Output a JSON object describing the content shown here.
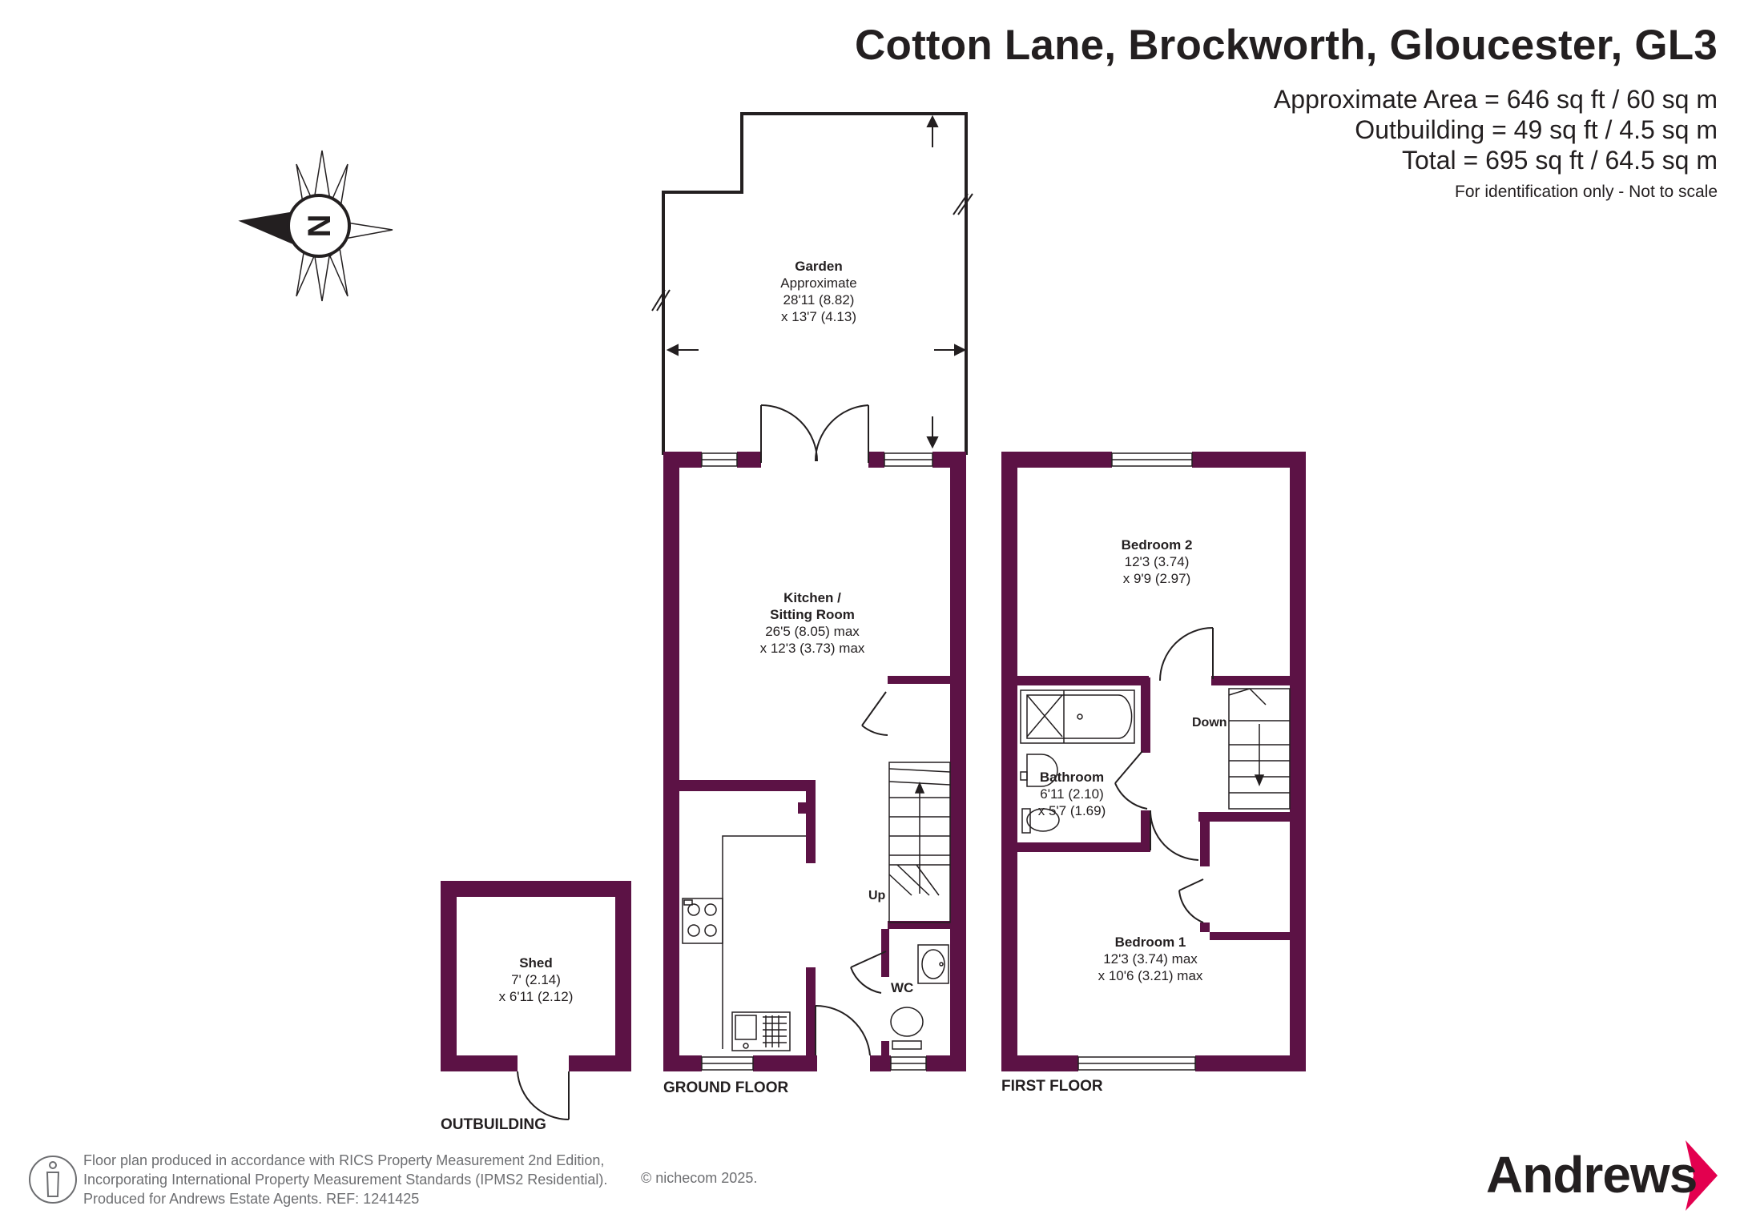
{
  "header": {
    "title": "Cotton Lane, Brockworth, Gloucester, GL3",
    "area_approx": "Approximate Area = 646 sq ft / 60 sq m",
    "area_outbuilding": "Outbuilding = 49 sq ft / 4.5 sq m",
    "area_total": "Total = 695 sq ft / 64.5 sq m",
    "disclaimer": "For identification only - Not to scale"
  },
  "compass": {
    "letter": "N"
  },
  "rooms": {
    "garden": {
      "name": "Garden",
      "l1": "Approximate",
      "l2": "28'11 (8.82)",
      "l3": "x 13'7 (4.13)"
    },
    "kitchen": {
      "name1": "Kitchen /",
      "name2": "Sitting Room",
      "l1": "26'5 (8.05) max",
      "l2": "x 12'3 (3.73) max"
    },
    "bedroom2": {
      "name": "Bedroom 2",
      "l1": "12'3 (3.74)",
      "l2": "x 9'9 (2.97)"
    },
    "bathroom": {
      "name": "Bathroom",
      "l1": "6'11 (2.10)",
      "l2": "x 5'7 (1.69)"
    },
    "bedroom1": {
      "name": "Bedroom 1",
      "l1": "12'3 (3.74) max",
      "l2": "x 10'6 (3.21) max"
    },
    "shed": {
      "name": "Shed",
      "l1": "7' (2.14)",
      "l2": "x 6'11 (2.12)"
    },
    "wc": {
      "name": "WC"
    }
  },
  "stairs": {
    "up": "Up",
    "down": "Down"
  },
  "floors": {
    "ground": "GROUND FLOOR",
    "first": "FIRST FLOOR",
    "outbuilding": "OUTBUILDING"
  },
  "footer": {
    "line1": "Floor plan produced in accordance with RICS Property Measurement 2nd Edition,",
    "line2": "Incorporating International Property Measurement Standards (IPMS2 Residential).",
    "line3": "Produced for Andrews Estate Agents.   REF: 1241425",
    "copyright": "© nichecom 2025."
  },
  "brand": {
    "name": "Andrews",
    "accent": "#e3004f"
  },
  "colors": {
    "wall": "#5c1245",
    "line": "#231f20",
    "text": "#231f20",
    "footer_text": "#6d6e71"
  }
}
